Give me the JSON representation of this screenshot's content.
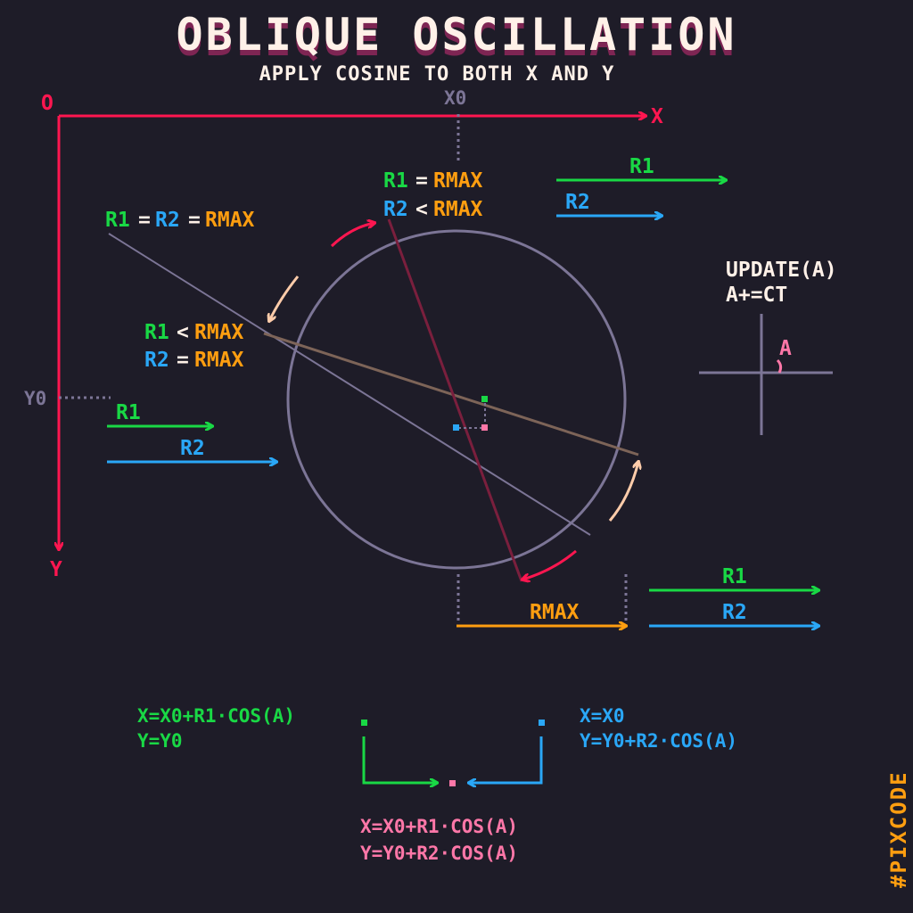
{
  "title": "OBLIQUE OSCILLATION",
  "subtitle": "APPLY COSINE TO BOTH X AND Y",
  "axes": {
    "origin": "O",
    "x_axis": "X",
    "y_axis": "Y",
    "x0": "X0",
    "y0": "Y0"
  },
  "labels": {
    "r1": "R1",
    "r2": "R2",
    "rmax": "RMAX",
    "eq_sign": "=",
    "lt_sign": "<"
  },
  "update": {
    "line1": "UPDATE(A)",
    "line2": "A+=CT",
    "angle": "A"
  },
  "formulas": {
    "green": {
      "x": "X=X0+R1·COS(A)",
      "y": "Y=Y0"
    },
    "blue": {
      "x": "X=X0",
      "y": "Y=Y0+R2·COS(A)"
    },
    "pink": {
      "x": "X=X0+R1·COS(A)",
      "y": "Y=Y0+R2·COS(A)"
    }
  },
  "hashtag": "#PIXCODE",
  "colors": {
    "background": "#1e1c28",
    "axis_red": "#ff1650",
    "green": "#19d845",
    "blue": "#2aa7f7",
    "orange": "#ff9e10",
    "pink": "#ff77a8",
    "gray": "#7c7596",
    "white": "#fff1e8",
    "peach": "#ffccaa",
    "yellow": "#ffee33"
  }
}
